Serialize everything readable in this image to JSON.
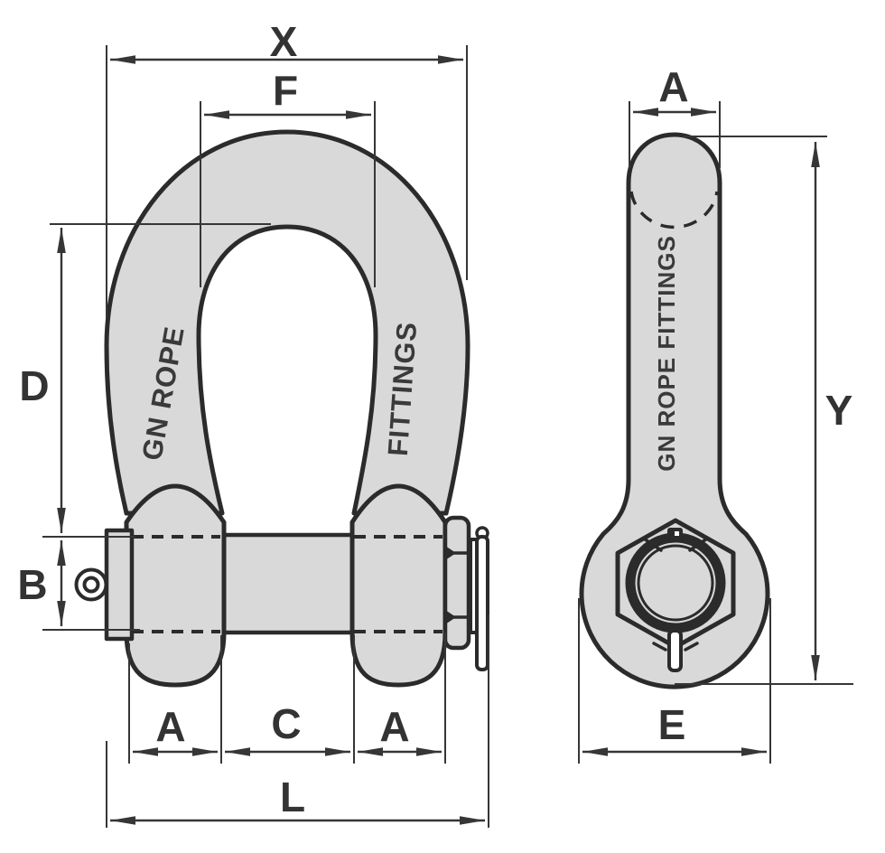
{
  "colors": {
    "background": "#ffffff",
    "part_fill": "#d9d9d9",
    "outline": "#2b2b2b",
    "dimension_lines": "#363636",
    "label_text": "#333333"
  },
  "front_view": {
    "brand_left": "GN ROPE",
    "brand_right": "FITTINGS",
    "labels": {
      "overall_width": "X",
      "bow_inside_width": "F",
      "inside_length": "D",
      "pin_diameter": "B",
      "left_eye_width": "A",
      "jaw_width": "C",
      "right_eye_width": "A",
      "overall_length": "L"
    }
  },
  "side_view": {
    "brand": "GN ROPE FITTINGS",
    "labels": {
      "bow_section_width": "A",
      "overall_height": "Y",
      "eye_outer_diameter": "E"
    }
  }
}
